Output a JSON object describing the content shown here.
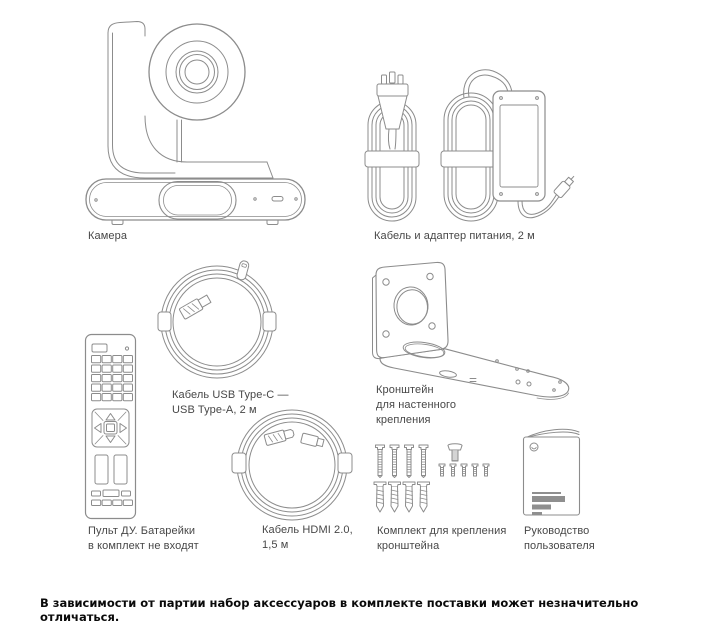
{
  "colors": {
    "background": "#ffffff",
    "line_art": "#8c8c8c",
    "label_text": "#474747",
    "note_text": "#0a0a0a",
    "guide_bars": "#8f8f8f"
  },
  "items": {
    "camera": {
      "label": "Камера"
    },
    "power_adapter": {
      "label": "Кабель и адаптер питания, 2 м"
    },
    "usb_cable": {
      "label_line1": "Кабель USB Type-C —",
      "label_line2": "USB Type-A, 2 м"
    },
    "remote": {
      "label_line1": "Пульт ДУ. Батарейки",
      "label_line2": "в комплект не входят"
    },
    "hdmi_cable": {
      "label_line1": "Кабель HDMI 2.0,",
      "label_line2": "1,5 м"
    },
    "wall_bracket": {
      "label_line1": "Кронштейн",
      "label_line2": "для настенного",
      "label_line3": "крепления"
    },
    "mounting_kit": {
      "label_line1": "Комплект для крепления",
      "label_line2": "кронштейна"
    },
    "user_guide": {
      "label_line1": "Руководство",
      "label_line2": "пользователя"
    }
  },
  "footer": {
    "note": "В зависимости от партии набор аксессуаров в комплекте поставки может незначительно отличаться."
  }
}
